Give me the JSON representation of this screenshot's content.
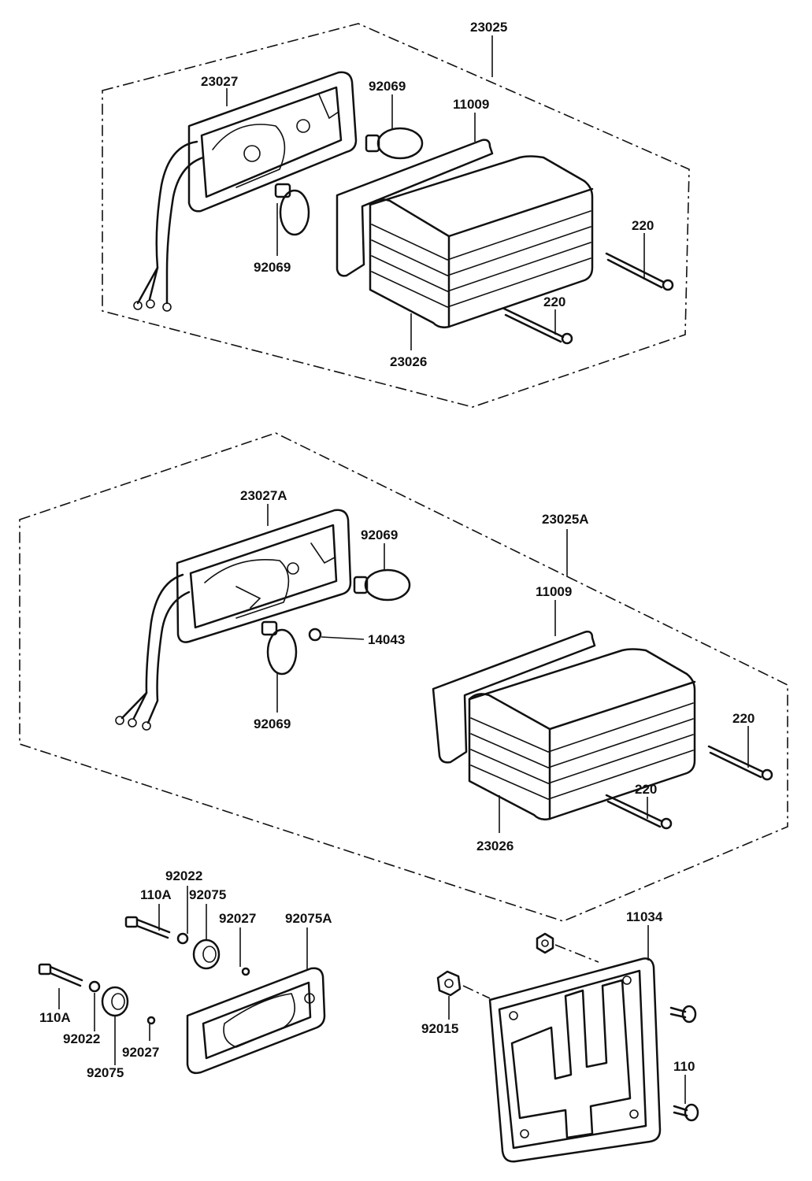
{
  "labels": {
    "a_23025": "23025",
    "a_23027": "23027",
    "a_92069_top": "92069",
    "a_11009": "11009",
    "a_92069_bottom": "92069",
    "a_220_right": "220",
    "a_220_lower": "220",
    "a_23026": "23026",
    "b_23027A": "23027A",
    "b_92069_top": "92069",
    "b_23025A": "23025A",
    "b_11009": "11009",
    "b_14043": "14043",
    "b_92069_bottom": "92069",
    "b_220_right": "220",
    "b_220_lower": "220",
    "b_23026": "23026",
    "c_92022_top": "92022",
    "c_110A_top": "110A",
    "c_92075_top": "92075",
    "c_92027_top": "92027",
    "c_92075A": "92075A",
    "c_110A_bottom": "110A",
    "c_92022_bottom": "92022",
    "c_92027_bottom": "92027",
    "c_92075_bottom": "92075",
    "d_11034": "11034",
    "d_92015": "92015",
    "d_110": "110"
  },
  "colors": {
    "ink": "#111111",
    "paper": "#ffffff"
  }
}
